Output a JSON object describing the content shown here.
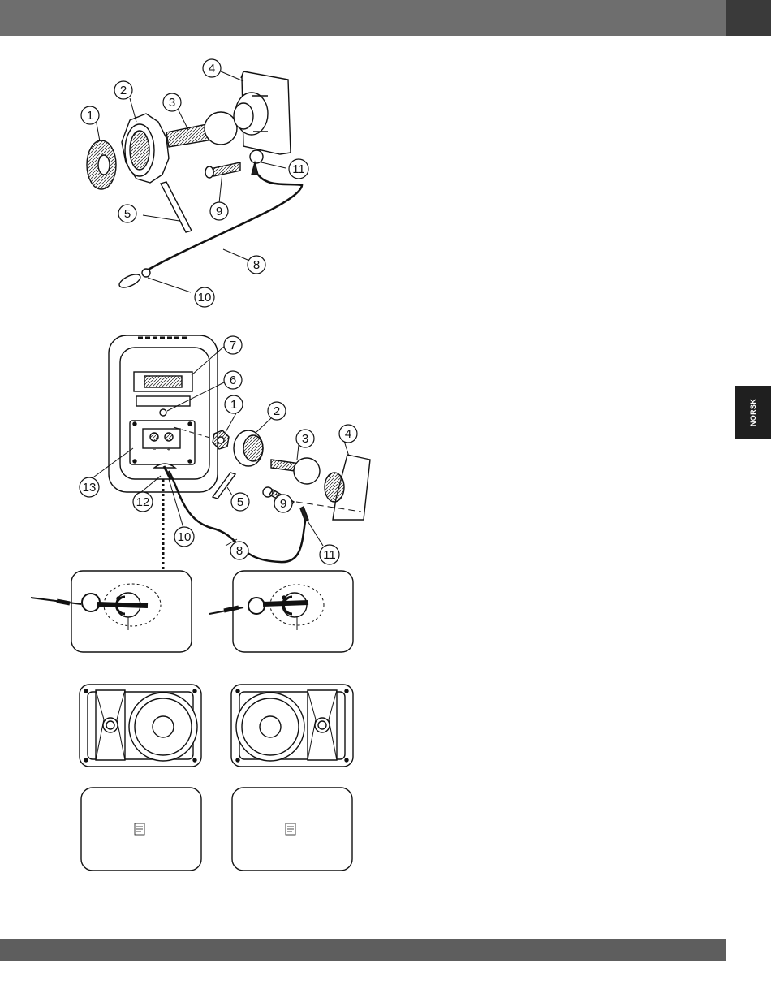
{
  "side_tab": {
    "label": "NORSK"
  },
  "callouts_kit": [
    "1",
    "2",
    "3",
    "4",
    "5",
    "8",
    "9",
    "10",
    "11"
  ],
  "callouts_assembly": [
    "1",
    "2",
    "3",
    "4",
    "5",
    "6",
    "7",
    "8",
    "9",
    "10",
    "11",
    "12",
    "13"
  ]
}
